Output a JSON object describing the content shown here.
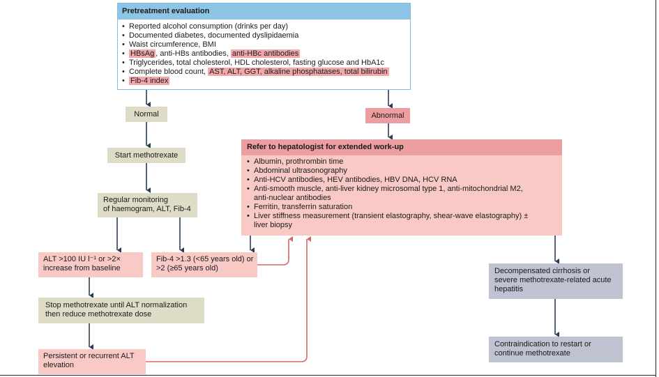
{
  "colors": {
    "blue_header": "#8ec5e6",
    "blue_border": "#7dbde3",
    "beige": "#dedcc7",
    "pink_light": "#f8c9c5",
    "pink_dark": "#ec9ea0",
    "highlight": "#f2a7ab",
    "slate": "#bec2d1",
    "arrow_dark": "#2c3e57",
    "arrow_red": "#d9666a"
  },
  "pretreatment": {
    "title": "Pretreatment evaluation",
    "items": {
      "i1": "Reported alcohol consumption (drinks per day)",
      "i2": "Documented diabetes, documented dyslipidaemia",
      "i3": "Waist circumference, BMI",
      "i4a": "HBsAg",
      "i4b": ", anti-HBs antibodies, ",
      "i4c": "anti-HBc antibodies",
      "i5": "Triglycerides, total cholesterol, HDL cholesterol, fasting glucose and HbA1c",
      "i6a": "Complete blood count, ",
      "i6b": "AST, ALT, GGT, alkaline phosphatases, total bilirubin",
      "i7": "Fib-4 index"
    }
  },
  "labels": {
    "normal": "Normal",
    "abnormal": "Abnormal",
    "start_mtx": "Start methotrexate",
    "monitor_l1": "Regular monitoring",
    "monitor_l2": "of haemogram, ALT, Fib-4",
    "alt_l1": "ALT >100 IU l⁻¹ or >2×",
    "alt_l2": "increase from baseline",
    "fib4_l1": "Fib-4 >1.3 (<65 years old) or",
    "fib4_l2": ">2 (≥65 years old)",
    "stop_l1": "Stop methotrexate until ALT normalization",
    "stop_l2": "then reduce methotrexate dose",
    "persist_l1": "Persistent or recurrent ALT",
    "persist_l2": "elevation",
    "decomp_l1": "Decompensated cirrhosis or",
    "decomp_l2": "severe methotrexate-related acute",
    "decomp_l3": "hepatitis",
    "contra_l1": "Contraindication to restart or",
    "contra_l2": "continue methotrexate"
  },
  "hepatologist": {
    "title": "Refer to hepatologist for extended work-up",
    "items": {
      "i1": "Albumin, prothrombin time",
      "i2": "Abdominal ultrasonography",
      "i3": "Anti-HCV antibodies, HEV antibodies, HBV DNA, HCV RNA",
      "i4a": "Anti-smooth muscle, anti-liver kidney microsomal type 1, anti-mitochondrial M2,",
      "i4b": "anti-nuclear antibodies",
      "i5": "Ferritin, transferrin saturation",
      "i6a": "Liver stiffness measurement (transient elastography, shear-wave elastography) ±",
      "i6b": "liver biopsy"
    }
  }
}
